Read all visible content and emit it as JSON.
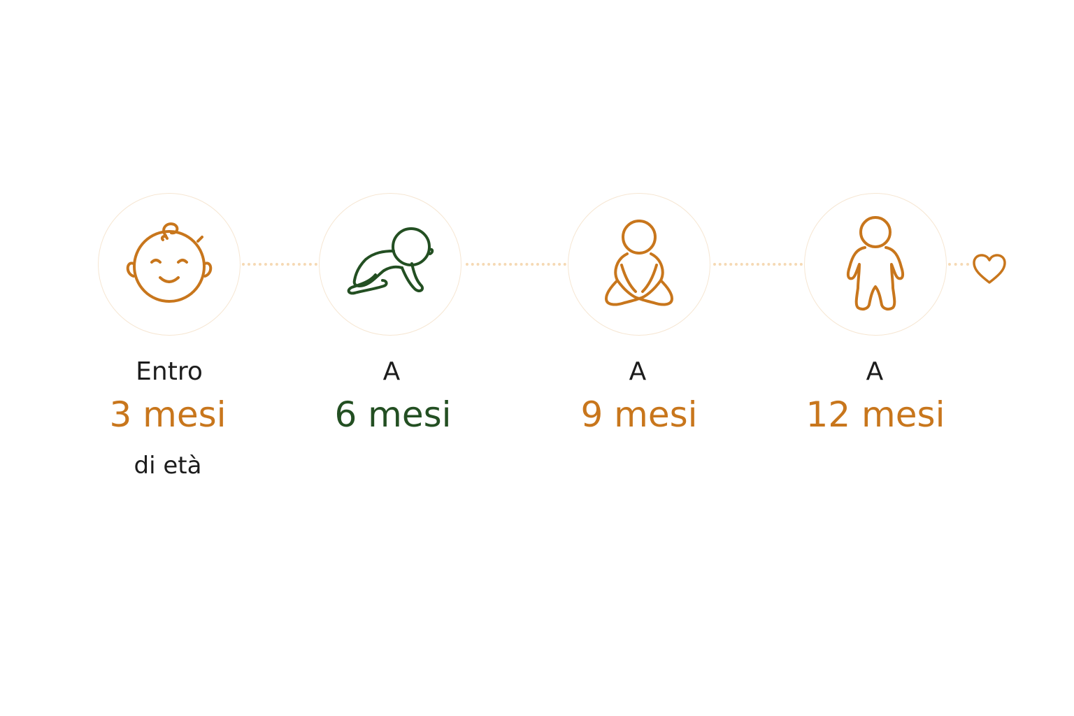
{
  "colors": {
    "orange": "#c8761c",
    "green": "#234f22",
    "connector": "#f5d9b4",
    "circle_border": "#f6e6d2",
    "text": "#1c1c1c"
  },
  "milestones": [
    {
      "icon": "baby-face-icon",
      "prefix": "Entro",
      "age": "3 mesi",
      "suffix": "di età",
      "color": "#c8761c"
    },
    {
      "icon": "crawling-baby-icon",
      "prefix": "A",
      "age": "6 mesi",
      "suffix": "",
      "color": "#234f22"
    },
    {
      "icon": "sitting-baby-icon",
      "prefix": "A",
      "age": "9 mesi",
      "suffix": "",
      "color": "#c8761c"
    },
    {
      "icon": "standing-child-icon",
      "prefix": "A",
      "age": "12 mesi",
      "suffix": "",
      "color": "#c8761c"
    }
  ],
  "end_icon": "heart-icon"
}
